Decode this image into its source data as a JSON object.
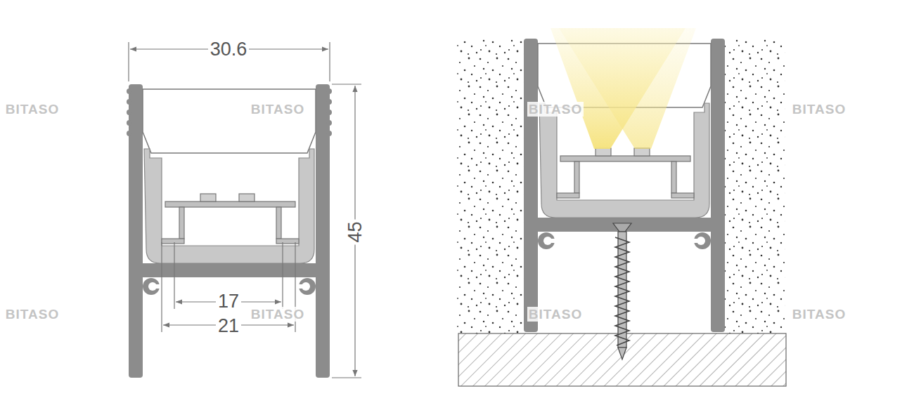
{
  "diagram": {
    "labels": [
      "30.6",
      "45",
      "17",
      "21",
      "BITASO",
      "BITASO",
      "BITASO",
      "BITASO",
      "BITASO",
      "BITASO",
      "BITASO",
      "BITASO"
    ]
  }
}
